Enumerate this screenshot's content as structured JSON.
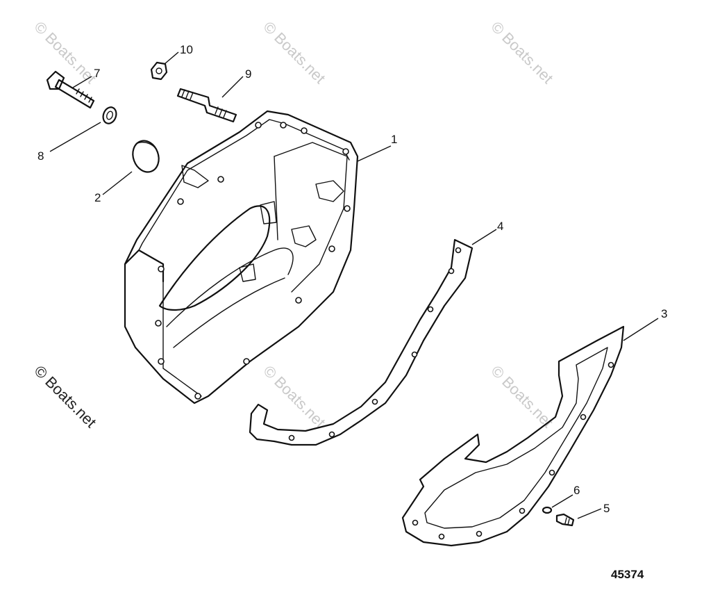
{
  "drawing_number": "45374",
  "watermark": "© Boats.net",
  "callouts": [
    {
      "label": "1"
    },
    {
      "label": "2"
    },
    {
      "label": "3"
    },
    {
      "label": "4"
    },
    {
      "label": "5"
    },
    {
      "label": "6"
    },
    {
      "label": "7"
    },
    {
      "label": "8"
    },
    {
      "label": "9"
    },
    {
      "label": "10"
    }
  ]
}
